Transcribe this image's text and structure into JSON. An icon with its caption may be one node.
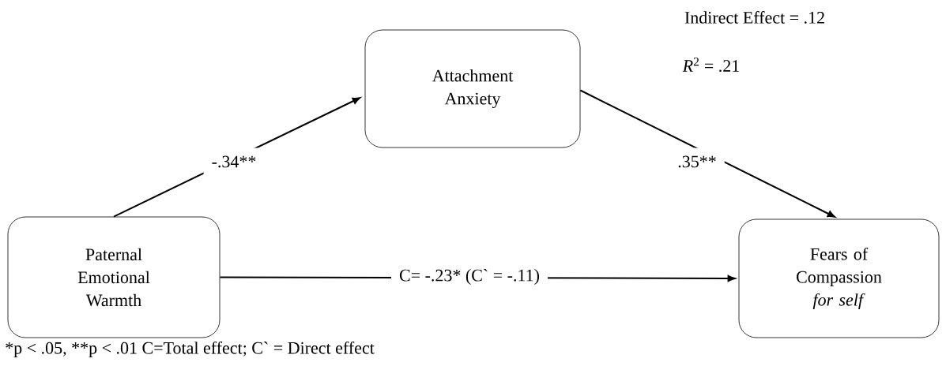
{
  "diagram": {
    "nodes": [
      {
        "text": [
          "Paternal Emotional Warmth"
        ]
      },
      {
        "text": [
          "Attachment Anxiety"
        ]
      },
      {
        "text": [
          "Fears of Compassion *for self*"
        ]
      }
    ],
    "edges": [
      {
        "from": 0,
        "to": 1,
        "arrow": "to",
        "label": "-.34**"
      },
      {
        "from": 1,
        "to": 2,
        "arrow": "to",
        "label": ".35**"
      },
      {
        "from": 0,
        "to": 2,
        "arrow": "to",
        "label": "C= -.23* (C` = -.11)"
      }
    ],
    "labels": [
      "Indirect Effect = .12",
      "*R*$^{2}$ = .21",
      "*p < .05, **p < .01 C=Total effect; C` = Direct effect"
    ]
  }
}
